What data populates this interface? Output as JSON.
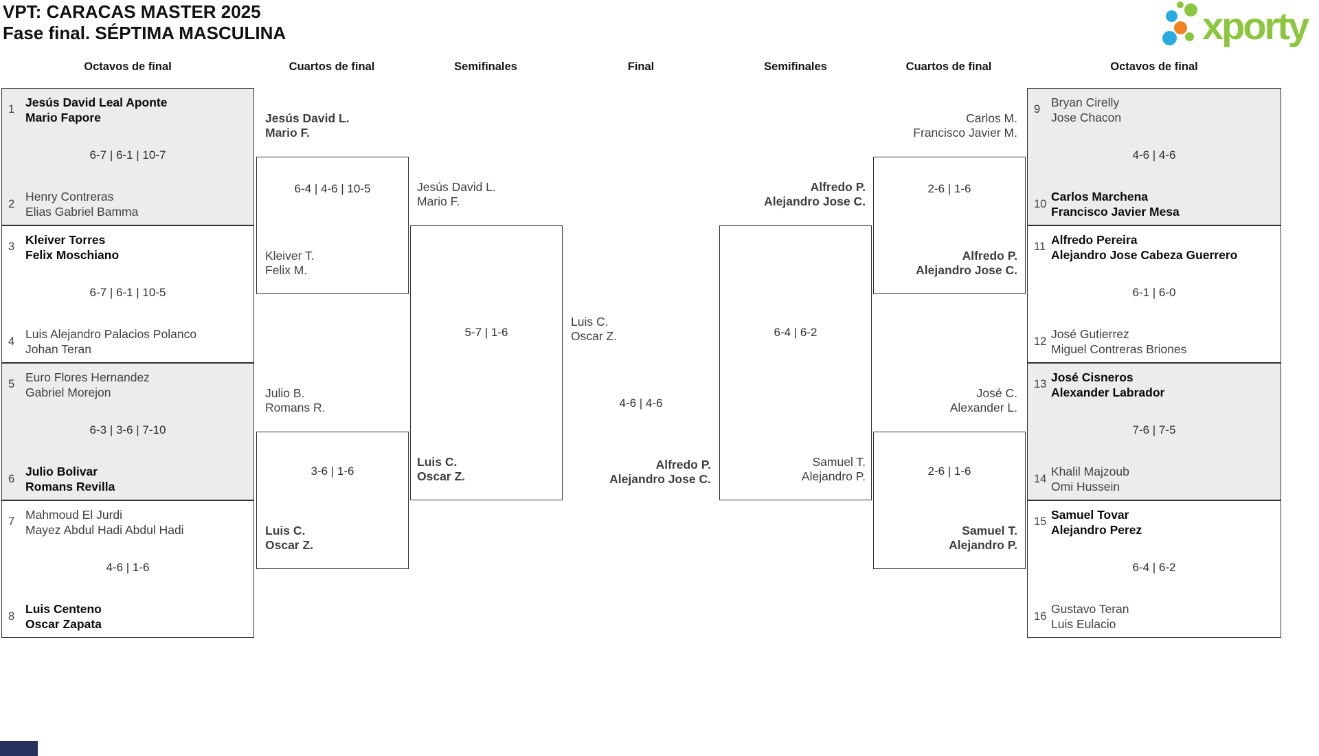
{
  "page": {
    "title": "VPT: CARACAS MASTER 2025",
    "subtitle": "Fase final. SÉPTIMA MASCULINA"
  },
  "logo": {
    "wordmark": "xporty",
    "green": "#8CC63F",
    "blue": "#29ABE2",
    "orange": "#F0831E"
  },
  "round_headers": [
    "Octavos de final",
    "Cuartos de final",
    "Semifinales",
    "Final",
    "Semifinales",
    "Cuartos de final",
    "Octavos de final"
  ],
  "octavos": [
    {
      "seed1": "1",
      "team1": [
        "Jesús David Leal Aponte",
        "Mario Fapore"
      ],
      "score": "6-7 | 6-1 | 10-7",
      "seed2": "2",
      "team2": [
        "Henry Contreras",
        "Elias Gabriel Bamma"
      ]
    },
    {
      "seed1": "3",
      "team1": [
        "Kleiver Torres",
        "Felix Moschiano"
      ],
      "score": "6-7 | 6-1 | 10-5",
      "seed2": "4",
      "team2": [
        "Luis Alejandro Palacios Polanco",
        "Johan Teran"
      ]
    },
    {
      "seed1": "5",
      "team1": [
        "Euro Flores Hernandez",
        "Gabriel Morejon"
      ],
      "score": "6-3 | 3-6 | 7-10",
      "seed2": "6",
      "team2": [
        "Julio Bolivar",
        "Romans Revilla"
      ]
    },
    {
      "seed1": "7",
      "team1": [
        "Mahmoud El Jurdi",
        "Mayez Abdul Hadi Abdul Hadi"
      ],
      "score": "4-6 | 1-6",
      "seed2": "8",
      "team2": [
        "Luis Centeno",
        "Oscar Zapata"
      ]
    },
    {
      "seed1": "9",
      "team1": [
        "Bryan Cirelly",
        "Jose Chacon"
      ],
      "score": "4-6 | 4-6",
      "seed2": "10",
      "team2": [
        "Carlos Marchena",
        "Francisco Javier Mesa"
      ]
    },
    {
      "seed1": "11",
      "team1": [
        "Alfredo Pereira",
        "Alejandro Jose Cabeza Guerrero"
      ],
      "score": "6-1 | 6-0",
      "seed2": "12",
      "team2": [
        "José Gutierrez",
        "Miguel Contreras Briones"
      ]
    },
    {
      "seed1": "13",
      "team1": [
        "José Cisneros",
        "Alexander Labrador"
      ],
      "score": "7-6 | 7-5",
      "seed2": "14",
      "team2": [
        "Khalil Majzoub",
        "Omi Hussein"
      ]
    },
    {
      "seed1": "15",
      "team1": [
        "Samuel Tovar",
        "Alejandro Perez"
      ],
      "score": "6-4 | 6-2",
      "seed2": "16",
      "team2": [
        "Gustavo Teran",
        "Luis Eulacio"
      ]
    }
  ],
  "cuartos": [
    {
      "team1": [
        "Jesús David L.",
        "Mario F."
      ],
      "score": "6-4 | 4-6 | 10-5",
      "team2": [
        "Kleiver T.",
        "Felix M."
      ]
    },
    {
      "team1": [
        "Julio B.",
        "Romans R."
      ],
      "score": "3-6 | 1-6",
      "team2": [
        "Luis C.",
        "Oscar Z."
      ]
    },
    {
      "team1": [
        "Carlos M.",
        "Francisco Javier M."
      ],
      "score": "2-6 | 1-6",
      "team2": [
        "Alfredo P.",
        "Alejandro Jose C."
      ]
    },
    {
      "team1": [
        "José C.",
        "Alexander L."
      ],
      "score": "2-6 | 1-6",
      "team2": [
        "Samuel T.",
        "Alejandro P."
      ]
    }
  ],
  "semifinales": [
    {
      "team1": [
        "Jesús David L.",
        "Mario F."
      ],
      "score": "5-7 | 1-6",
      "team2": [
        "Luis C.",
        "Oscar Z."
      ]
    },
    {
      "team1": [
        "Alfredo P.",
        "Alejandro Jose C."
      ],
      "score": "6-4 | 6-2",
      "team2": [
        "Samuel T.",
        "Alejandro P."
      ]
    }
  ],
  "final": {
    "team1": [
      "Luis C.",
      "Oscar Z."
    ],
    "score": "4-6 | 4-6",
    "team2": [
      "Alfredo P.",
      "Alejandro Jose C."
    ]
  },
  "colors": {
    "shaded_box": "#ECECEC",
    "border": "#2F2F2F",
    "winner_text": "#0A0A0A",
    "loser_text": "#3F3F3F"
  }
}
